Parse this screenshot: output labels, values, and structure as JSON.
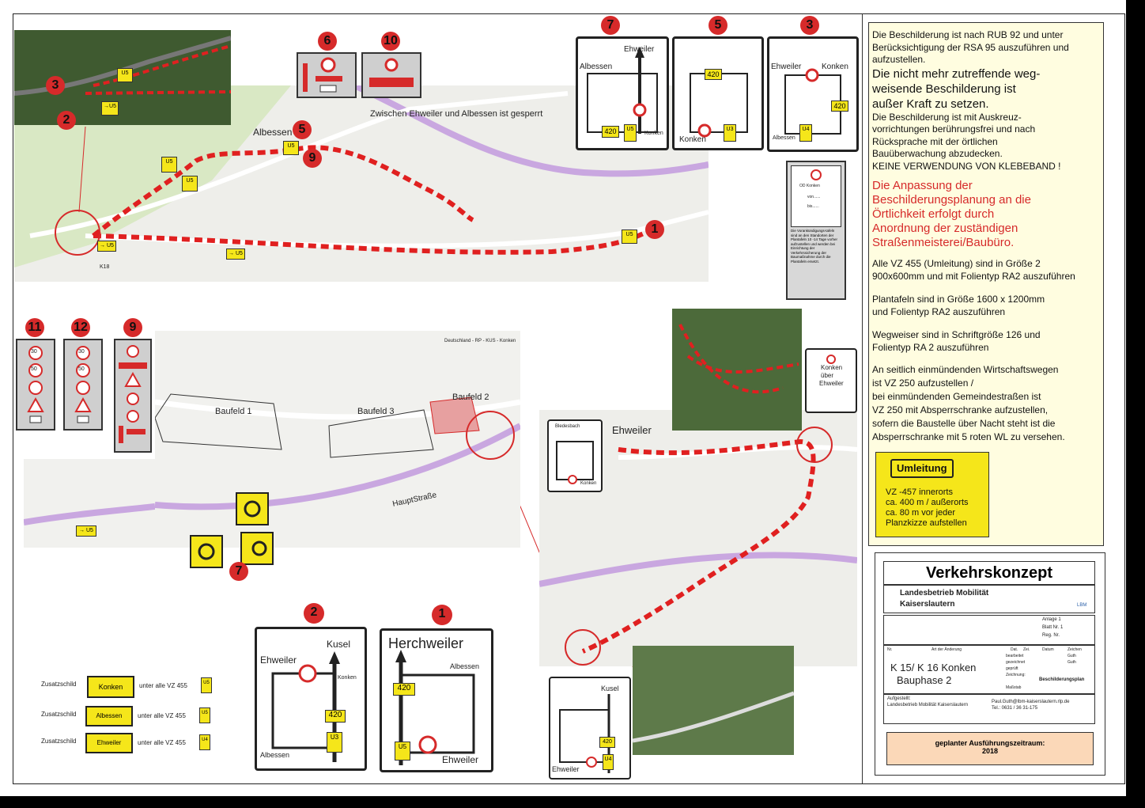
{
  "labels": {
    "closed": "Zwischen Ehweiler und Albessen ist gesperrt",
    "albessen": "Albessen",
    "ehweiler": "Ehweiler",
    "baufeld1": "Baufeld 1",
    "baufeld2": "Baufeld 2",
    "baufeld3": "Baufeld 3",
    "hauptstrasse": "HauptStraße",
    "maptitle": "Deutschland - RP - KUS - Konken",
    "k18": "K18"
  },
  "numbers": {
    "n1": "1",
    "n2": "2",
    "n3": "3",
    "n5": "5",
    "n6": "6",
    "n7": "7",
    "n9": "9",
    "n10": "10",
    "n11": "11",
    "n12": "12"
  },
  "panels": {
    "p7": {
      "top": "Ehweiler",
      "left": "Albessen",
      "right": "Konken",
      "u": "U5",
      "r": "420"
    },
    "p5": {
      "r": "420",
      "bottom": "Konken",
      "u": "U3"
    },
    "p3": {
      "left": "Ehweiler",
      "right": "Konken",
      "r": "420",
      "bottom": "Albessen",
      "u": "U4"
    },
    "p2": {
      "top": "Kusel",
      "left": "Ehweiler",
      "side": "Konken",
      "r": "420",
      "u": "U3",
      "bottom": "Albessen"
    },
    "p1": {
      "top": "Herchweiler",
      "right": "Albessen",
      "r": "420",
      "u": "U5",
      "bottom": "Ehweiler"
    },
    "pbl": {
      "top": "Bledesbach",
      "bottom": "Konken"
    },
    "pkusel": {
      "top": "Kusel",
      "r": "420",
      "u": "U4",
      "bottom": "Ehweiler"
    },
    "pkonken": {
      "l1": "Konken",
      "l2": "über",
      "l3": "Ehweiler"
    }
  },
  "od": {
    "title": "OD Konken",
    "von": "von......",
    "bis": "bis......",
    "text": "Die Vorankündigungs-tafeln sind an den Standorten der Plantafeln 10 -14 Tage vorher aufzustellen und werden bei Einrichtung der Verkehrssicherung der Baumaßnahme durch die Plantafeln ersetzt."
  },
  "speed": {
    "s30": "30",
    "s50": "50"
  },
  "zusatz": [
    {
      "label": "Zusatzschild",
      "sign": "Konken",
      "tail": "unter alle  VZ 455",
      "u": "U5"
    },
    {
      "label": "Zusatzschild",
      "sign": "Albessen",
      "tail": "unter alle  VZ 455",
      "u": "U5"
    },
    {
      "label": "Zusatzschild",
      "sign": "Ehweiler",
      "tail": "unter alle  VZ 455",
      "u": "U4"
    }
  ],
  "notes": {
    "n1": "Die Beschilderung ist nach RUB 92 und unter Berücksichtigung der RSA 95 auszuführen und aufzustellen.",
    "n2": "Die nicht mehr zutreffende weg-\nweisende Beschilderung ist\naußer Kraft zu setzen.",
    "n3": "Die Beschilderung ist mit Auskreuz-\nvorrichtungen berührungsfrei und nach\nRücksprache mit der örtlichen\nBauüberwachung abzudecken.\nKEINE VERWENDUNG VON KLEBEBAND !",
    "n4": "Die Anpassung der\nBeschilderungsplanung an die\nÖrtlichkeit erfolgt durch\nAnordnung der zuständigen\nStraßenmeisterei/Baubüro.",
    "n5": "Alle VZ 455 (Umleitung) sind in Größe 2\n900x600mm und mit Folientyp RA2 auszuführen",
    "n6": "Plantafeln sind in Größe 1600 x 1200mm\nund Folientyp RA2 auszuführen",
    "n7": "Wegweiser sind in Schriftgröße 126 und\nFolientyp RA 2  auszuführen",
    "n8": "An seitlich einmündenden Wirtschaftswegen\nist VZ 250 aufzustellen /\nbei einmündenden Gemeindestraßen ist\nVZ 250 mit Absperrschranke aufzustellen,\nsofern die Baustelle über Nacht steht ist die\nAbsperrschranke mit 5 roten WL zu versehen.",
    "umleitung": "Umleitung",
    "umlnote": "VZ -457 innerorts\nca. 400 m / außerorts\nca. 80 m vor jeder\nPlanzkizze aufstellen"
  },
  "titleblock": {
    "title": "Verkehrskonzept",
    "org1": "Landesbetrieb Mobilität",
    "org2": "Kaiserslautern",
    "logo": "LBM",
    "anlage": "Anlage  1",
    "blatt": "Blatt Nr. 1",
    "reg": "Reg. Nr.",
    "h_nr": "Nr.",
    "h_art": "Art der Änderung",
    "h_dat": "Dat.",
    "h_zei": "Zei.",
    "h_datum": "Datum",
    "h_zeichen": "Zeichen",
    "bearbeitet": "bearbeitet",
    "gezeichnet": "gezeichnet",
    "geprueft": "geprüft",
    "guth": "Guth",
    "project1": "K 15/ K 16 Konken",
    "project2": "Bauphase 2",
    "zeichnung": "Zeichnung:",
    "zeichnungv": "Beschilderungsplan",
    "massstab": "Maßstab",
    "aufgestellt": "Aufgestellt:",
    "aufgestellt2": "Landesbetrieb Mobilität Kaiserslautern",
    "email": "Paul.Guth@lbm-kaiserslautern.rlp.de",
    "tel": "Tel.: 0631 / 36 31-175",
    "zeitraum1": "geplanter Ausführungszeitraum:",
    "zeitraum2": "2018"
  }
}
